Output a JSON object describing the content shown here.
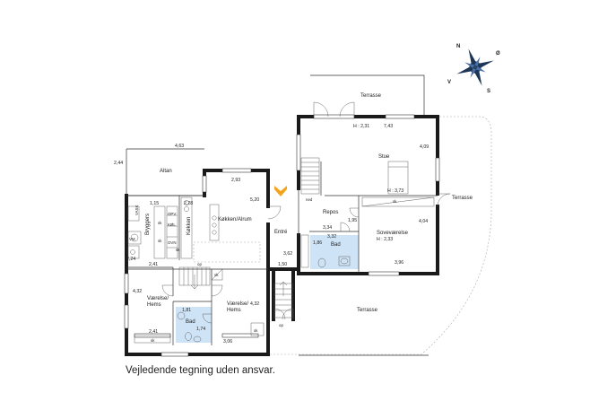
{
  "rooms": {
    "altan": "Altan",
    "kokken_alrum": "Køkken/Alrum",
    "kokken": "Køkken",
    "bryggers": "Bryggers",
    "entre": "Entré",
    "repos": "Repos",
    "stue": "Stue",
    "sovevaerelse": "Soveværelse",
    "bad_upper": "Bad",
    "bad_lower": "Bad",
    "vaerelse_hems_left": "Værelse/\nHems",
    "vaerelse_hems_right": "Værelse/\nHems",
    "terrasse_top": "Terrasse",
    "terrasse_right": "Terrasse",
    "terrasse_bottom": "Terrasse",
    "ned": "ned",
    "op_stair": "op",
    "op_entry": "op"
  },
  "dimensions": {
    "d463": "4,63",
    "d244": "2,44",
    "d115": "1,15",
    "d228": "2,28",
    "d293": "2,93",
    "d520": "5,20",
    "d224": "2,24",
    "d241_top": "2,41",
    "d150": "1,50",
    "d362": "3,62",
    "d432_left": "4,32",
    "d432_right": "4,32",
    "d181": "1,81",
    "d174": "1,74",
    "d241_bottom": "2,41",
    "d306": "3,06",
    "d334": "3,34",
    "d195": "1,95",
    "d332": "3,32",
    "d186": "1,86",
    "d404": "4,04",
    "d396": "3,96",
    "d743": "7,43",
    "d409": "4,09",
    "h231": "H : 2,31",
    "h373": "H : 3,73",
    "h233": "H : 2,33"
  },
  "fixtures": {
    "sk": "sk",
    "ovn": "OVN",
    "opv": "OPV",
    "kol": "KØL",
    "vm": "VM",
    "vask": "VASK"
  },
  "compass": {
    "n": "N",
    "o": "Ø",
    "s": "S",
    "v": "V"
  },
  "colors": {
    "wall": "#1a1a1a",
    "bathroom": "#cfe3f6",
    "entry_marker": "#f2a51c"
  },
  "disclaimer": "Vejledende tegning uden ansvar."
}
